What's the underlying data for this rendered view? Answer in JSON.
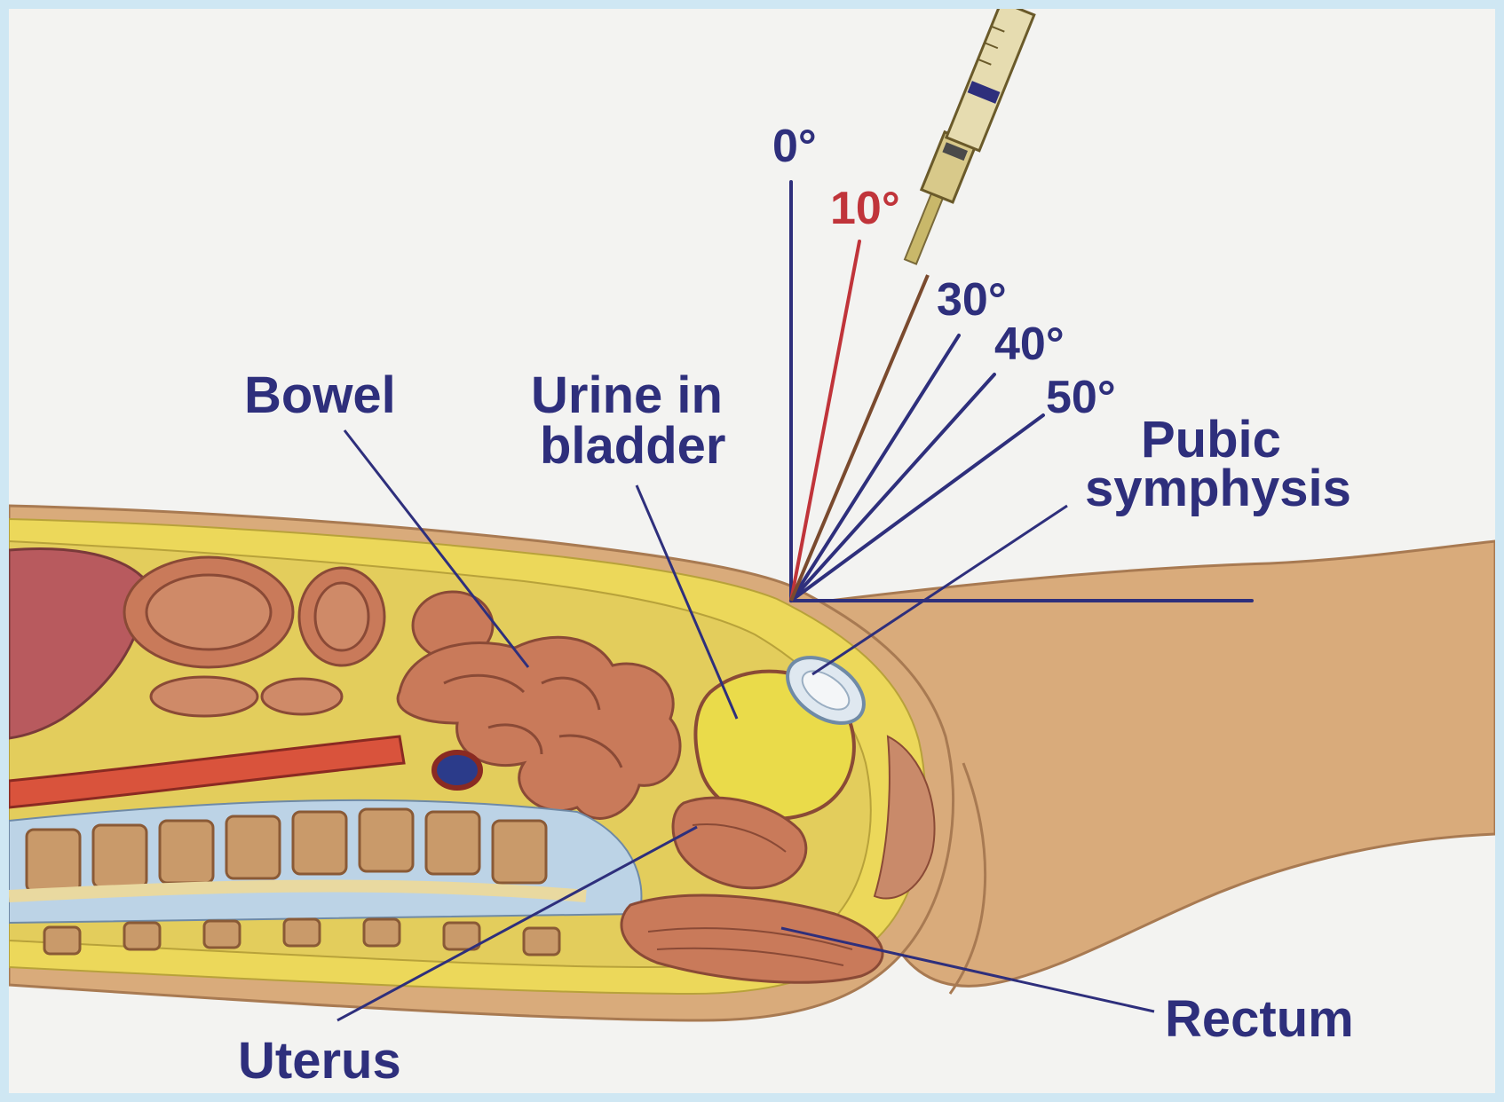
{
  "labels": {
    "bowel": "Bowel",
    "urine_line1": "Urine in",
    "urine_line2": "bladder",
    "pubic_line1": "Pubic",
    "pubic_line2": "symphysis",
    "uterus": "Uterus",
    "rectum": "Rectum"
  },
  "angles": {
    "a0": "0°",
    "a10": "10°",
    "a30": "30°",
    "a40": "40°",
    "a50": "50°"
  },
  "colors": {
    "label_blue": "#2e2f7c",
    "highlight_red": "#c0343a",
    "skin": "#d9ab7b",
    "fat_yellow": "#ecd85a",
    "organ_pink": "#c97a5a",
    "background": "#f3f3f1"
  }
}
